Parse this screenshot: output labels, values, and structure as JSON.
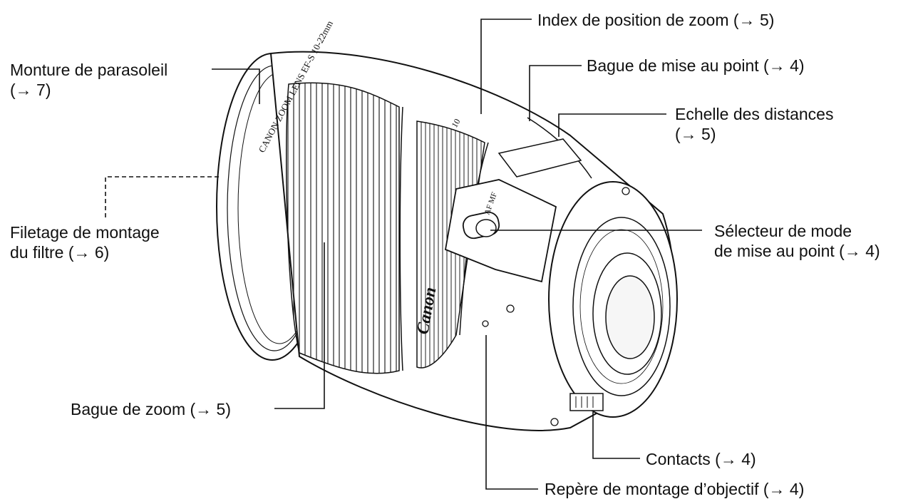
{
  "figure": {
    "lens_barrel_text": "CANON ZOOM LENS EF-S 10-22mm",
    "logo_text": "Canon",
    "switch_text": "AF MF",
    "zoom_mark_text": "10"
  },
  "labels": {
    "hood_mount": {
      "line1": "Monture de parasoleil",
      "line2": "(→ 7)"
    },
    "filter_thread": {
      "line1": "Filetage de montage",
      "line2": "du filtre (→ 6)"
    },
    "zoom_ring": {
      "line1": "Bague de zoom (→ 5)"
    },
    "zoom_index": {
      "line1": "Index de position de zoom (→ 5)"
    },
    "focus_ring": {
      "line1": "Bague de mise au point (→ 4)"
    },
    "distance_scale": {
      "line1": "Echelle des distances",
      "line2": "(→ 5)"
    },
    "focus_mode_switch": {
      "line1": "Sélecteur de mode",
      "line2": "de mise au point (→ 4)"
    },
    "contacts": {
      "line1": "Contacts (→ 4)"
    },
    "mount_index": {
      "line1": "Repère de montage d’objectif (→ 4)"
    }
  }
}
